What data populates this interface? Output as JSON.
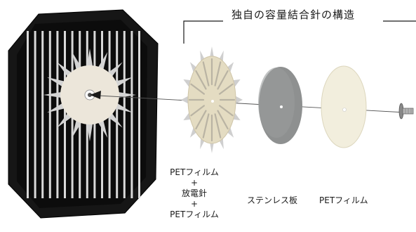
{
  "title": "独自の容量結合針の構造",
  "labels": {
    "pet_top": "PETフィルム",
    "plus_1": "+",
    "needle": "放電針",
    "plus_2": "+",
    "pet_bottom": "PETフィルム",
    "stainless": "ステンレス板",
    "pet_right": "PETフィルム"
  },
  "colors": {
    "frame": "#161616",
    "grille": "#d9d9d9",
    "needle_disc": "#ece6da",
    "spike": "#c9c9c9",
    "pet_disc": "#e4dcc2",
    "steel_disc": "#8e9090",
    "film_disc": "#f2eedd",
    "line": "#555555"
  },
  "components": {
    "assembly": "assembled-unit",
    "parts": [
      "pet-needle-pet-layer",
      "stainless-plate",
      "pet-film",
      "screw"
    ]
  }
}
